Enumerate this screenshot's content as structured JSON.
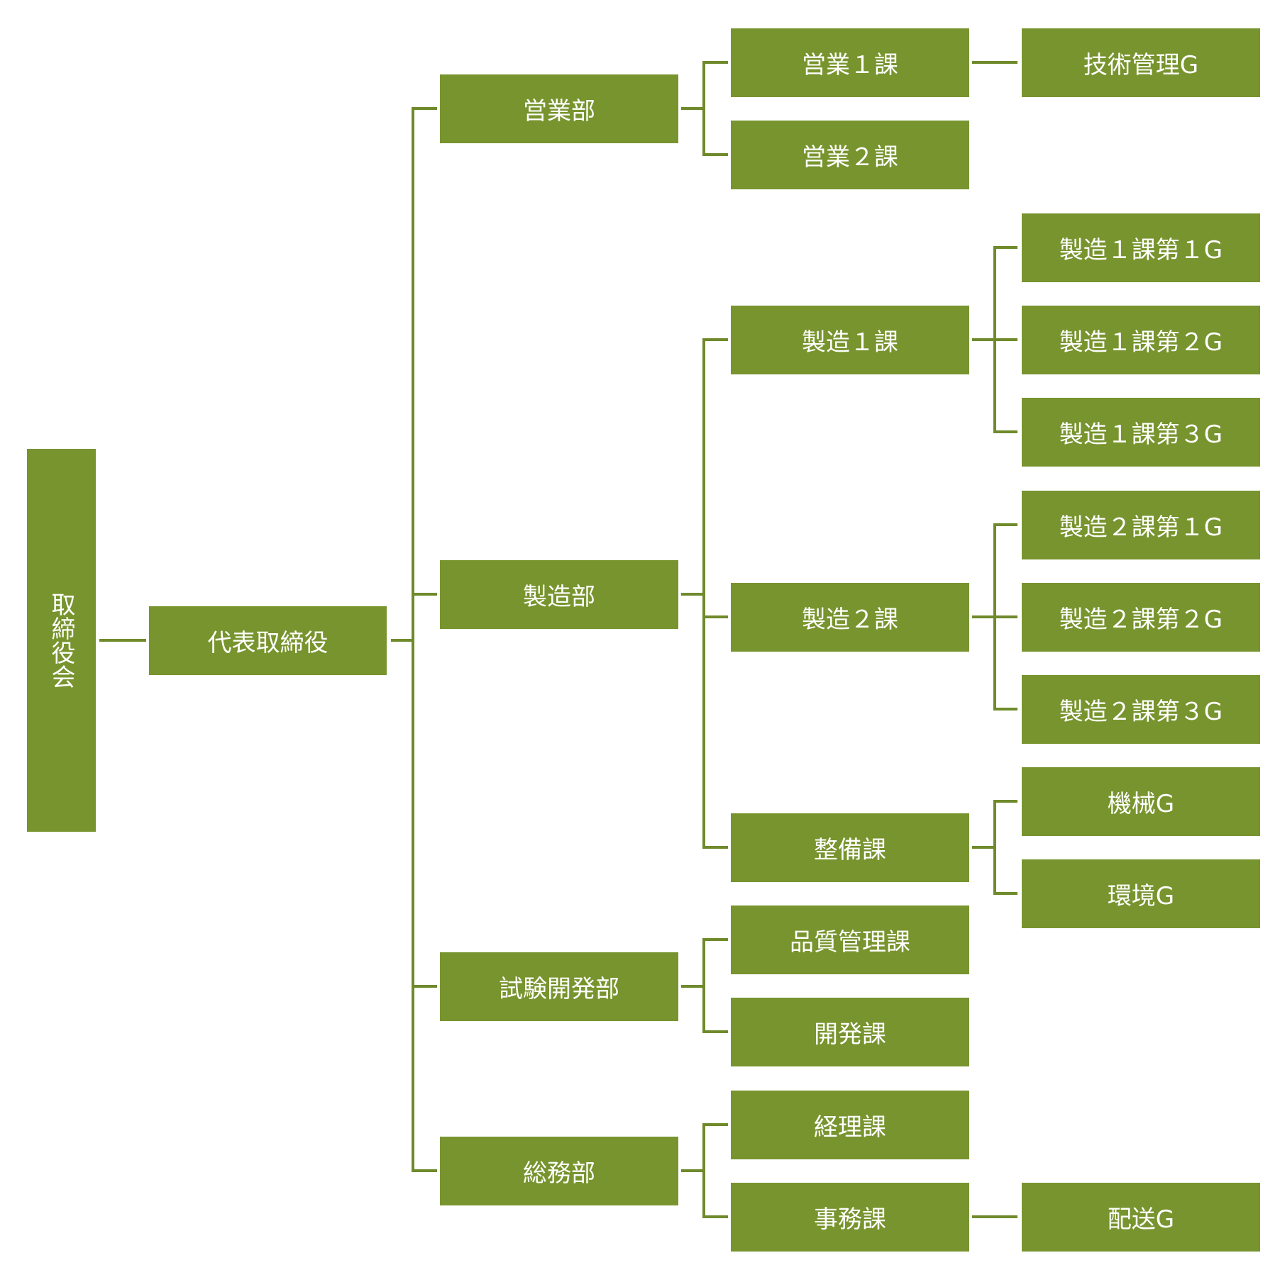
{
  "colors": {
    "box": "#78942e",
    "line": "#6f8a2b",
    "text": "#ffffff"
  },
  "nodes": {
    "board": "取締役会",
    "ceo": "代表取締役",
    "sales_dept": "営業部",
    "mfg_dept": "製造部",
    "rnd_dept": "試験開発部",
    "ga_dept": "総務部",
    "sales1": "営業１課",
    "sales2": "営業２課",
    "mfg1": "製造１課",
    "mfg2": "製造２課",
    "maint": "整備課",
    "qc": "品質管理課",
    "dev": "開発課",
    "acct": "経理課",
    "office": "事務課",
    "techmgmt": "技術管理G",
    "mfg1g1": "製造１課第１G",
    "mfg1g2": "製造１課第２G",
    "mfg1g3": "製造１課第３G",
    "mfg2g1": "製造２課第１G",
    "mfg2g2": "製造２課第２G",
    "mfg2g3": "製造２課第３G",
    "mech": "機械G",
    "env": "環境G",
    "delivery": "配送G"
  }
}
